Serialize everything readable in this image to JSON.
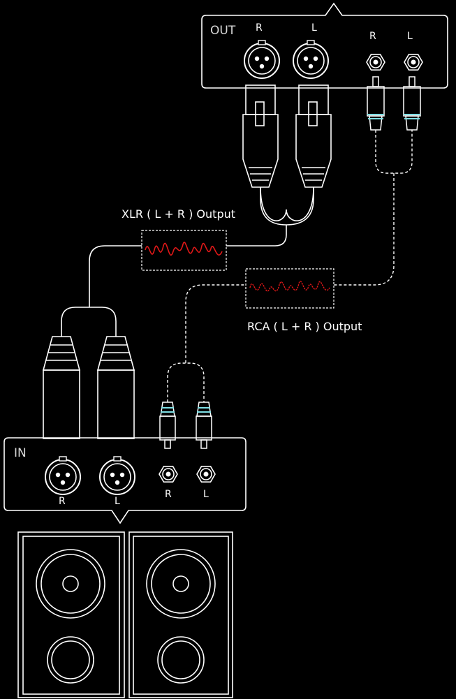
{
  "output_panel": {
    "title": "OUT",
    "xlr_labels": [
      "R",
      "L"
    ],
    "rca_labels": [
      "R",
      "L"
    ]
  },
  "input_panel": {
    "title": "IN",
    "xlr_labels": [
      "R",
      "L"
    ],
    "rca_labels": [
      "R",
      "L"
    ]
  },
  "captions": {
    "xlr": "XLR ( L + R ) Output",
    "rca": "RCA ( L + R ) Output"
  },
  "colors": {
    "line": "#ffffff",
    "rca_accent": "#7fe0e6",
    "signal": "#e01818",
    "background": "#000000"
  },
  "icons": [
    "xlr-female-socket-icon",
    "rca-socket-icon",
    "xlr-male-plug-icon",
    "rca-plug-icon",
    "waveform-icon",
    "speaker-icon"
  ]
}
